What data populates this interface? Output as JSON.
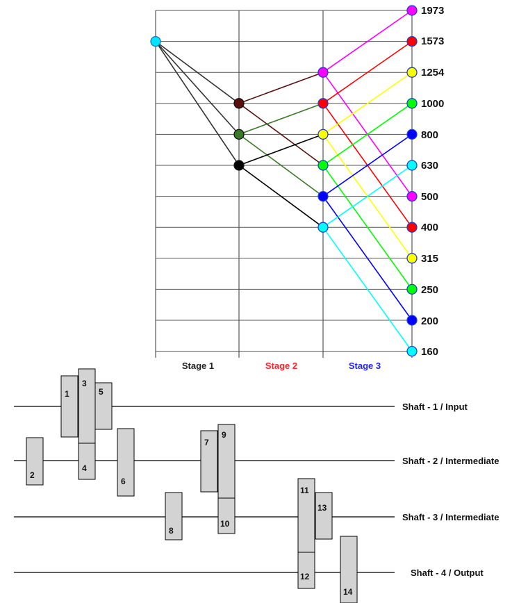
{
  "ray_diagram": {
    "speeds": [
      "1973",
      "1573",
      "1254",
      "1000",
      "800",
      "630",
      "500",
      "400",
      "315",
      "250",
      "200",
      "160"
    ],
    "stages": [
      {
        "label": "Stage 1",
        "color": "#222222"
      },
      {
        "label": "Stage 2",
        "color": "#ff2222"
      },
      {
        "label": "Stage 3",
        "color": "#2222ff"
      }
    ],
    "colors": {
      "input": "#00e5ff",
      "stage1": [
        "#5a0e0e",
        "#3b7a2a",
        "#000000"
      ],
      "stage2": [
        "#ff00ff",
        "#ff0000",
        "#ffff00",
        "#00ff00",
        "#0000ff",
        "#00ffff"
      ],
      "stage3": [
        "#ff00ff",
        "#ff0000",
        "#ffff00",
        "#00ff00",
        "#0000ff",
        "#00ffff"
      ]
    }
  },
  "gearbox": {
    "gears": [
      "1",
      "2",
      "3",
      "4",
      "5",
      "6",
      "7",
      "8",
      "9",
      "10",
      "11",
      "12",
      "13",
      "14"
    ],
    "shafts": [
      "Shaft - 1 / Input",
      "Shaft - 2 / Intermediate",
      "Shaft - 3 / Intermediate",
      "Shaft - 4 / Output"
    ],
    "gear_fill": "#d3d3d3"
  }
}
